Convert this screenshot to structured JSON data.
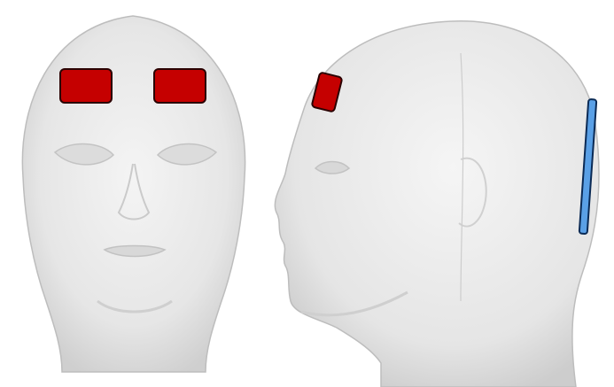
{
  "scene": {
    "description_free": true,
    "background_color": "#ffffff",
    "mannequin_color": "#e9e9e9",
    "mannequin_shadow": "#c9c9c9",
    "marker_red_color": "#c50000",
    "marker_red_stroke": "#2a0000",
    "marker_blue_color": "#5aa0e6",
    "marker_blue_stroke": "#0a2a55"
  },
  "heads": [
    {
      "view": "front"
    },
    {
      "view": "side"
    }
  ],
  "markers": [
    {
      "type": "red-pad",
      "head": "front",
      "side": "right-forehead"
    },
    {
      "type": "red-pad",
      "head": "front",
      "side": "left-forehead"
    },
    {
      "type": "red-pad",
      "head": "side",
      "side": "forehead"
    },
    {
      "type": "blue-strip",
      "head": "side",
      "side": "back-of-head"
    }
  ]
}
